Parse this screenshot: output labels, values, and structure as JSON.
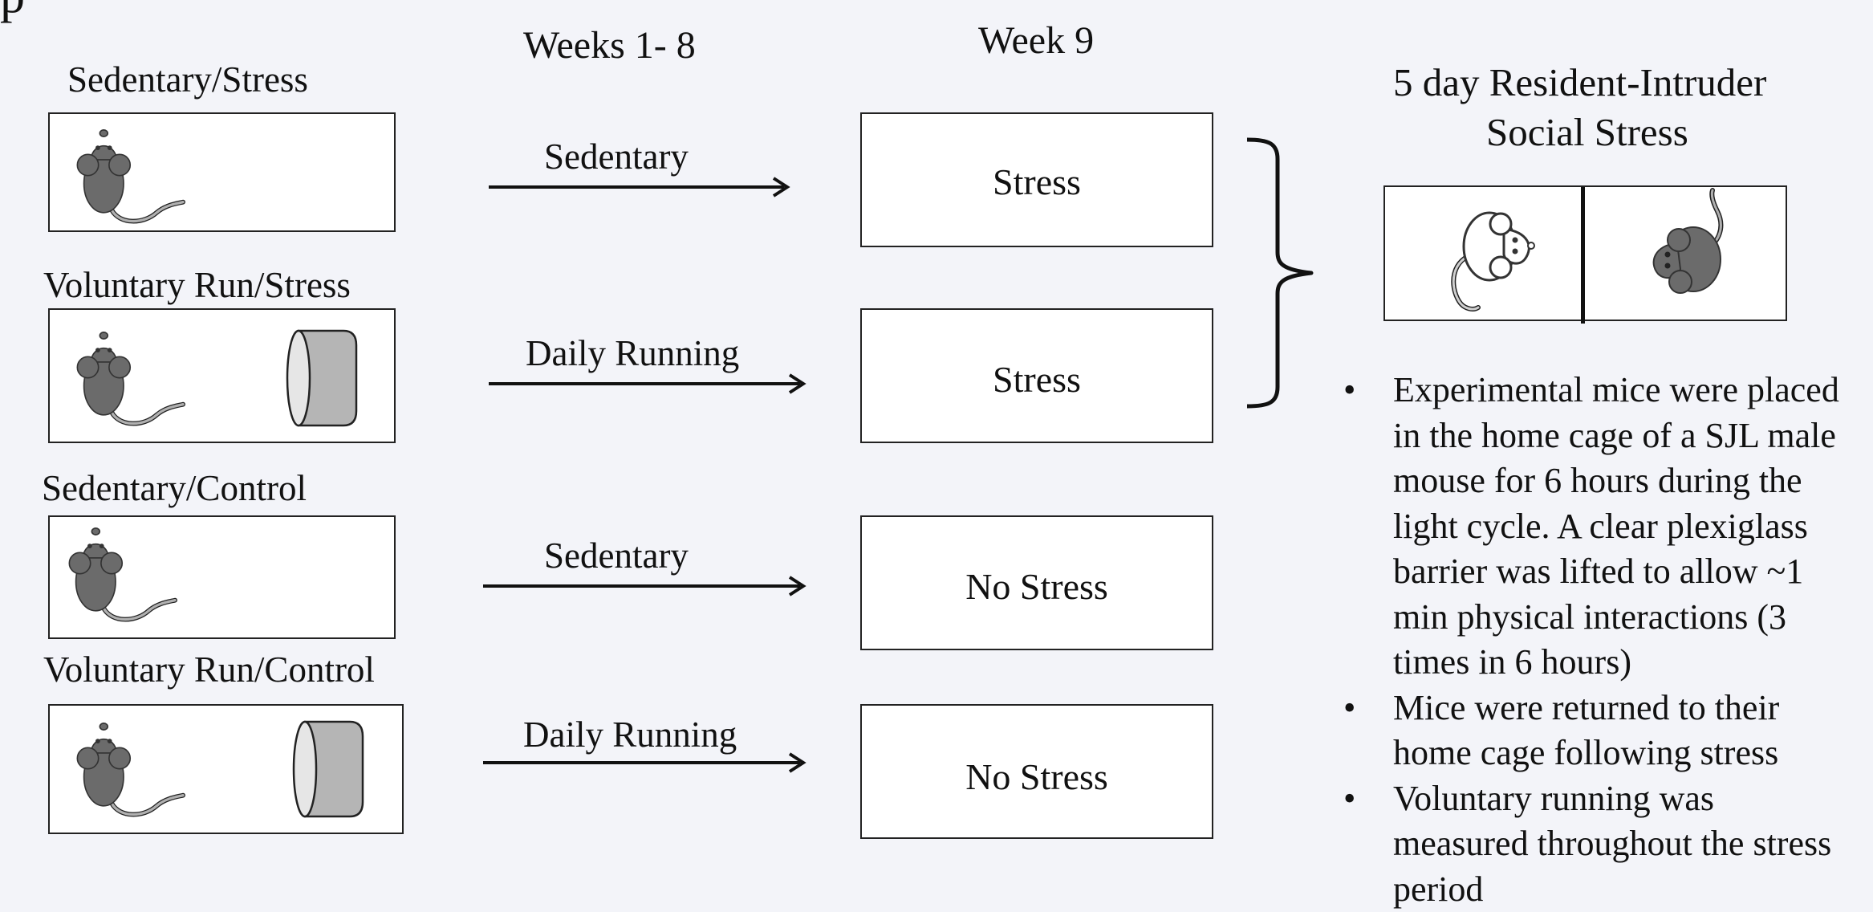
{
  "title_fragment": "p",
  "columns": {
    "weeks_1_8": "Weeks 1- 8",
    "week_9": "Week 9"
  },
  "groups": [
    {
      "label": "Sedentary/Stress",
      "activity": "Sedentary",
      "week9": "Stress",
      "has_wheel": false
    },
    {
      "label": "Voluntary Run/Stress",
      "activity": "Daily Running",
      "week9": "Stress",
      "has_wheel": true
    },
    {
      "label": "Sedentary/Control",
      "activity": "Sedentary",
      "week9": "No Stress",
      "has_wheel": false
    },
    {
      "label": "Voluntary Run/Control",
      "activity": "Daily Running",
      "week9": "No Stress",
      "has_wheel": true
    }
  ],
  "stress_protocol": {
    "title_line1": "5 day Resident-Intruder",
    "title_line2": "Social Stress"
  },
  "bullet_symbol": "•",
  "bullets": [
    "Experimental mice were placed\nin the home cage of a SJL male\nmouse for 6 hours during the\nlight cycle. A clear plexiglass\nbarrier was lifted to allow ~1\nmin physical interactions  (3\ntimes in 6 hours)",
    "Mice were returned to their\nhome cage following stress",
    "Voluntary running was\nmeasured throughout the stress\nperiod"
  ],
  "colors": {
    "background": "#f3f4f9",
    "mouse_dark": "#6b6b6b",
    "wheel_gray": "#b5b5b5"
  }
}
